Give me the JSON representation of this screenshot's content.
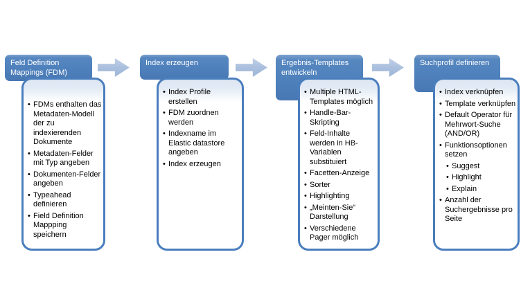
{
  "columns": [
    {
      "header": "Feld Definition Mappings (FDM)",
      "bullets": [
        {
          "level": 1,
          "text": "FDMs enthalten das Metadaten-Modell der zu indexierenden Dokumente"
        },
        {
          "level": 1,
          "text": "Metadaten-Felder mit Typ angeben"
        },
        {
          "level": 1,
          "text": "Dokumenten-Felder angeben"
        },
        {
          "level": 1,
          "text": "Typeahead definieren"
        },
        {
          "level": 1,
          "text": "Field Definition Mappping speichern"
        }
      ]
    },
    {
      "header": "Index erzeugen",
      "bullets": [
        {
          "level": 1,
          "text": "Index Profile erstellen"
        },
        {
          "level": 1,
          "text": "FDM zuordnen werden"
        },
        {
          "level": 1,
          "text": "Indexname im Elastic datastore angeben"
        },
        {
          "level": 1,
          "text": "Index erzeugen"
        }
      ]
    },
    {
      "header": "Ergebnis-Templates entwickeln",
      "bullets": [
        {
          "level": 1,
          "text": "Multiple HTML-Templates möglich"
        },
        {
          "level": 1,
          "text": "Handle-Bar-Skripting"
        },
        {
          "level": 1,
          "text": "Feld-Inhalte werden in HB-Variablen substituiert"
        },
        {
          "level": 1,
          "text": "Facetten-Anzeige"
        },
        {
          "level": 1,
          "text": "Sorter"
        },
        {
          "level": 1,
          "text": "Highlighting"
        },
        {
          "level": 1,
          "text": "„Meinten-Sie“ Darstellung"
        },
        {
          "level": 1,
          "text": "Verschiedene Pager möglich"
        }
      ]
    },
    {
      "header": "Suchprofil definieren",
      "bullets": [
        {
          "level": 1,
          "text": "Index verknüpfen"
        },
        {
          "level": 1,
          "text": "Template verknüpfen"
        },
        {
          "level": 1,
          "text": "Default Operator für Mehrwort-Suche (AND/OR)"
        },
        {
          "level": 1,
          "text": "Funktionsoptionen setzen"
        },
        {
          "level": 2,
          "text": "Suggest"
        },
        {
          "level": 2,
          "text": "Highlight"
        },
        {
          "level": 2,
          "text": "Explain"
        },
        {
          "level": 1,
          "text": "Anzahl der Suchergebnisse pro Seite"
        }
      ]
    }
  ],
  "icons": {
    "arrow": "right-block-arrow"
  },
  "colors": {
    "header_fill": "#4f81bd",
    "header_text": "#ffffff",
    "box_border": "#4a7ebd",
    "box_band": "#dce6f2",
    "arrow_fill": "#a9bfdd",
    "body_text": "#000000"
  }
}
